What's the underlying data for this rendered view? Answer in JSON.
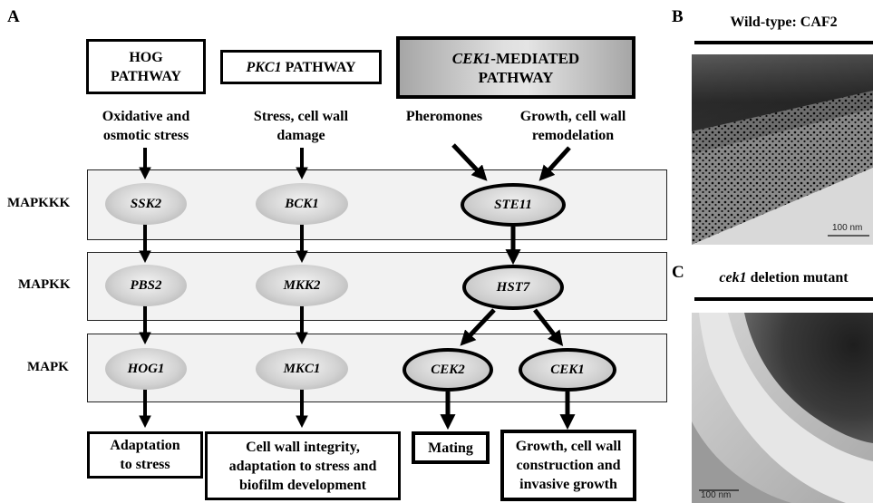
{
  "panels": {
    "a_label": "A",
    "b_label": "B",
    "c_label": "C"
  },
  "pathways": {
    "hog": {
      "title_line1": "HOG",
      "title_line2": "PATHWAY",
      "stimulus_line1": "Oxidative and",
      "stimulus_line2": "osmotic stress"
    },
    "pkc": {
      "title_italic": "PKC1",
      "title_rest": " PATHWAY",
      "stimulus_line1": "Stress, cell wall",
      "stimulus_line2": "damage"
    },
    "cek": {
      "title_italic": "CEK1",
      "title_rest": "-MEDIATED",
      "title_line2": "PATHWAY",
      "stimulus_a": "Pheromones",
      "stimulus_b_line1": "Growth,  cell wall",
      "stimulus_b_line2": "remodelation"
    }
  },
  "levels": {
    "mapkkk": "MAPKKK",
    "mapkk": "MAPKK",
    "mapk": "MAPK"
  },
  "kinases": {
    "ssk2": "SSK2",
    "bck1": "BCK1",
    "ste11": "STE11",
    "pbs2": "PBS2",
    "mkk2": "MKK2",
    "hst7": "HST7",
    "hog1": "HOG1",
    "mkc1": "MKC1",
    "cek2": "CEK2",
    "cek1": "CEK1"
  },
  "outputs": {
    "hog_line1": "Adaptation",
    "hog_line2": "to stress",
    "pkc_line1": "Cell wall integrity,",
    "pkc_line2": "adaptation to stress and",
    "pkc_line3": "biofilm development",
    "mating": "Mating",
    "cek1_line1": "Growth, cell wall",
    "cek1_line2": "construction and",
    "cek1_line3": "invasive growth"
  },
  "micrographs": {
    "b_title": "Wild-type: CAF2",
    "b_scale": "100  nm",
    "c_title_italic": "cek1",
    "c_title_rest": " deletion mutant",
    "c_scale": "100  nm"
  },
  "colors": {
    "band_fill": "#f2f2f2",
    "kinase_fill_light": "#f4f4f4",
    "kinase_fill_dark": "#a9a9a9",
    "cek_header_fill": "#c4c4c4"
  }
}
